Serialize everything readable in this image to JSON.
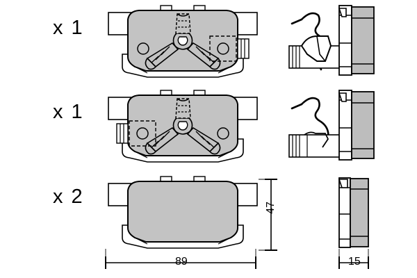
{
  "drawing": {
    "type": "brake-pad-set-technical-drawing",
    "colors": {
      "pad_fill": "#c3c3c3",
      "outline": "#000000",
      "backing_fill": "#ffffff",
      "side_block_fill": "#bdbdbd"
    },
    "rows": [
      {
        "id": "row-1",
        "quantity_label": "x 1",
        "pad_variant": "slotted-wear-indicator-right-shim",
        "face_view_name": "brake-pad-face-view-1",
        "side_view_name": "brake-pad-side-view-1",
        "features": [
          "y-shaped-slot",
          "left-ear",
          "right-ear",
          "top-tabs",
          "dashed-shim-box-right",
          "hole-left",
          "hole-right"
        ]
      },
      {
        "id": "row-2",
        "quantity_label": "x 1",
        "pad_variant": "slotted-wear-indicator-left-shim",
        "face_view_name": "brake-pad-face-view-2",
        "side_view_name": "brake-pad-side-view-2",
        "features": [
          "y-shaped-slot",
          "left-ear",
          "right-ear",
          "top-tabs",
          "dashed-shim-box-left",
          "hole-left",
          "hole-right"
        ]
      },
      {
        "id": "row-3",
        "quantity_label": "x 2",
        "pad_variant": "plain-no-slot",
        "face_view_name": "brake-pad-face-view-3",
        "side_view_name": "brake-pad-side-view-3",
        "features": [
          "left-ear",
          "right-ear",
          "top-tabs"
        ]
      }
    ],
    "dimensions": {
      "width": {
        "value": "89",
        "unit": "mm",
        "orientation": "horizontal",
        "applies_to": "pad-face-width"
      },
      "height": {
        "value": "47",
        "unit": "mm",
        "orientation": "vertical",
        "applies_to": "pad-face-height"
      },
      "thickness": {
        "value": "15",
        "unit": "mm",
        "orientation": "horizontal",
        "applies_to": "pad-side-thickness"
      }
    }
  }
}
